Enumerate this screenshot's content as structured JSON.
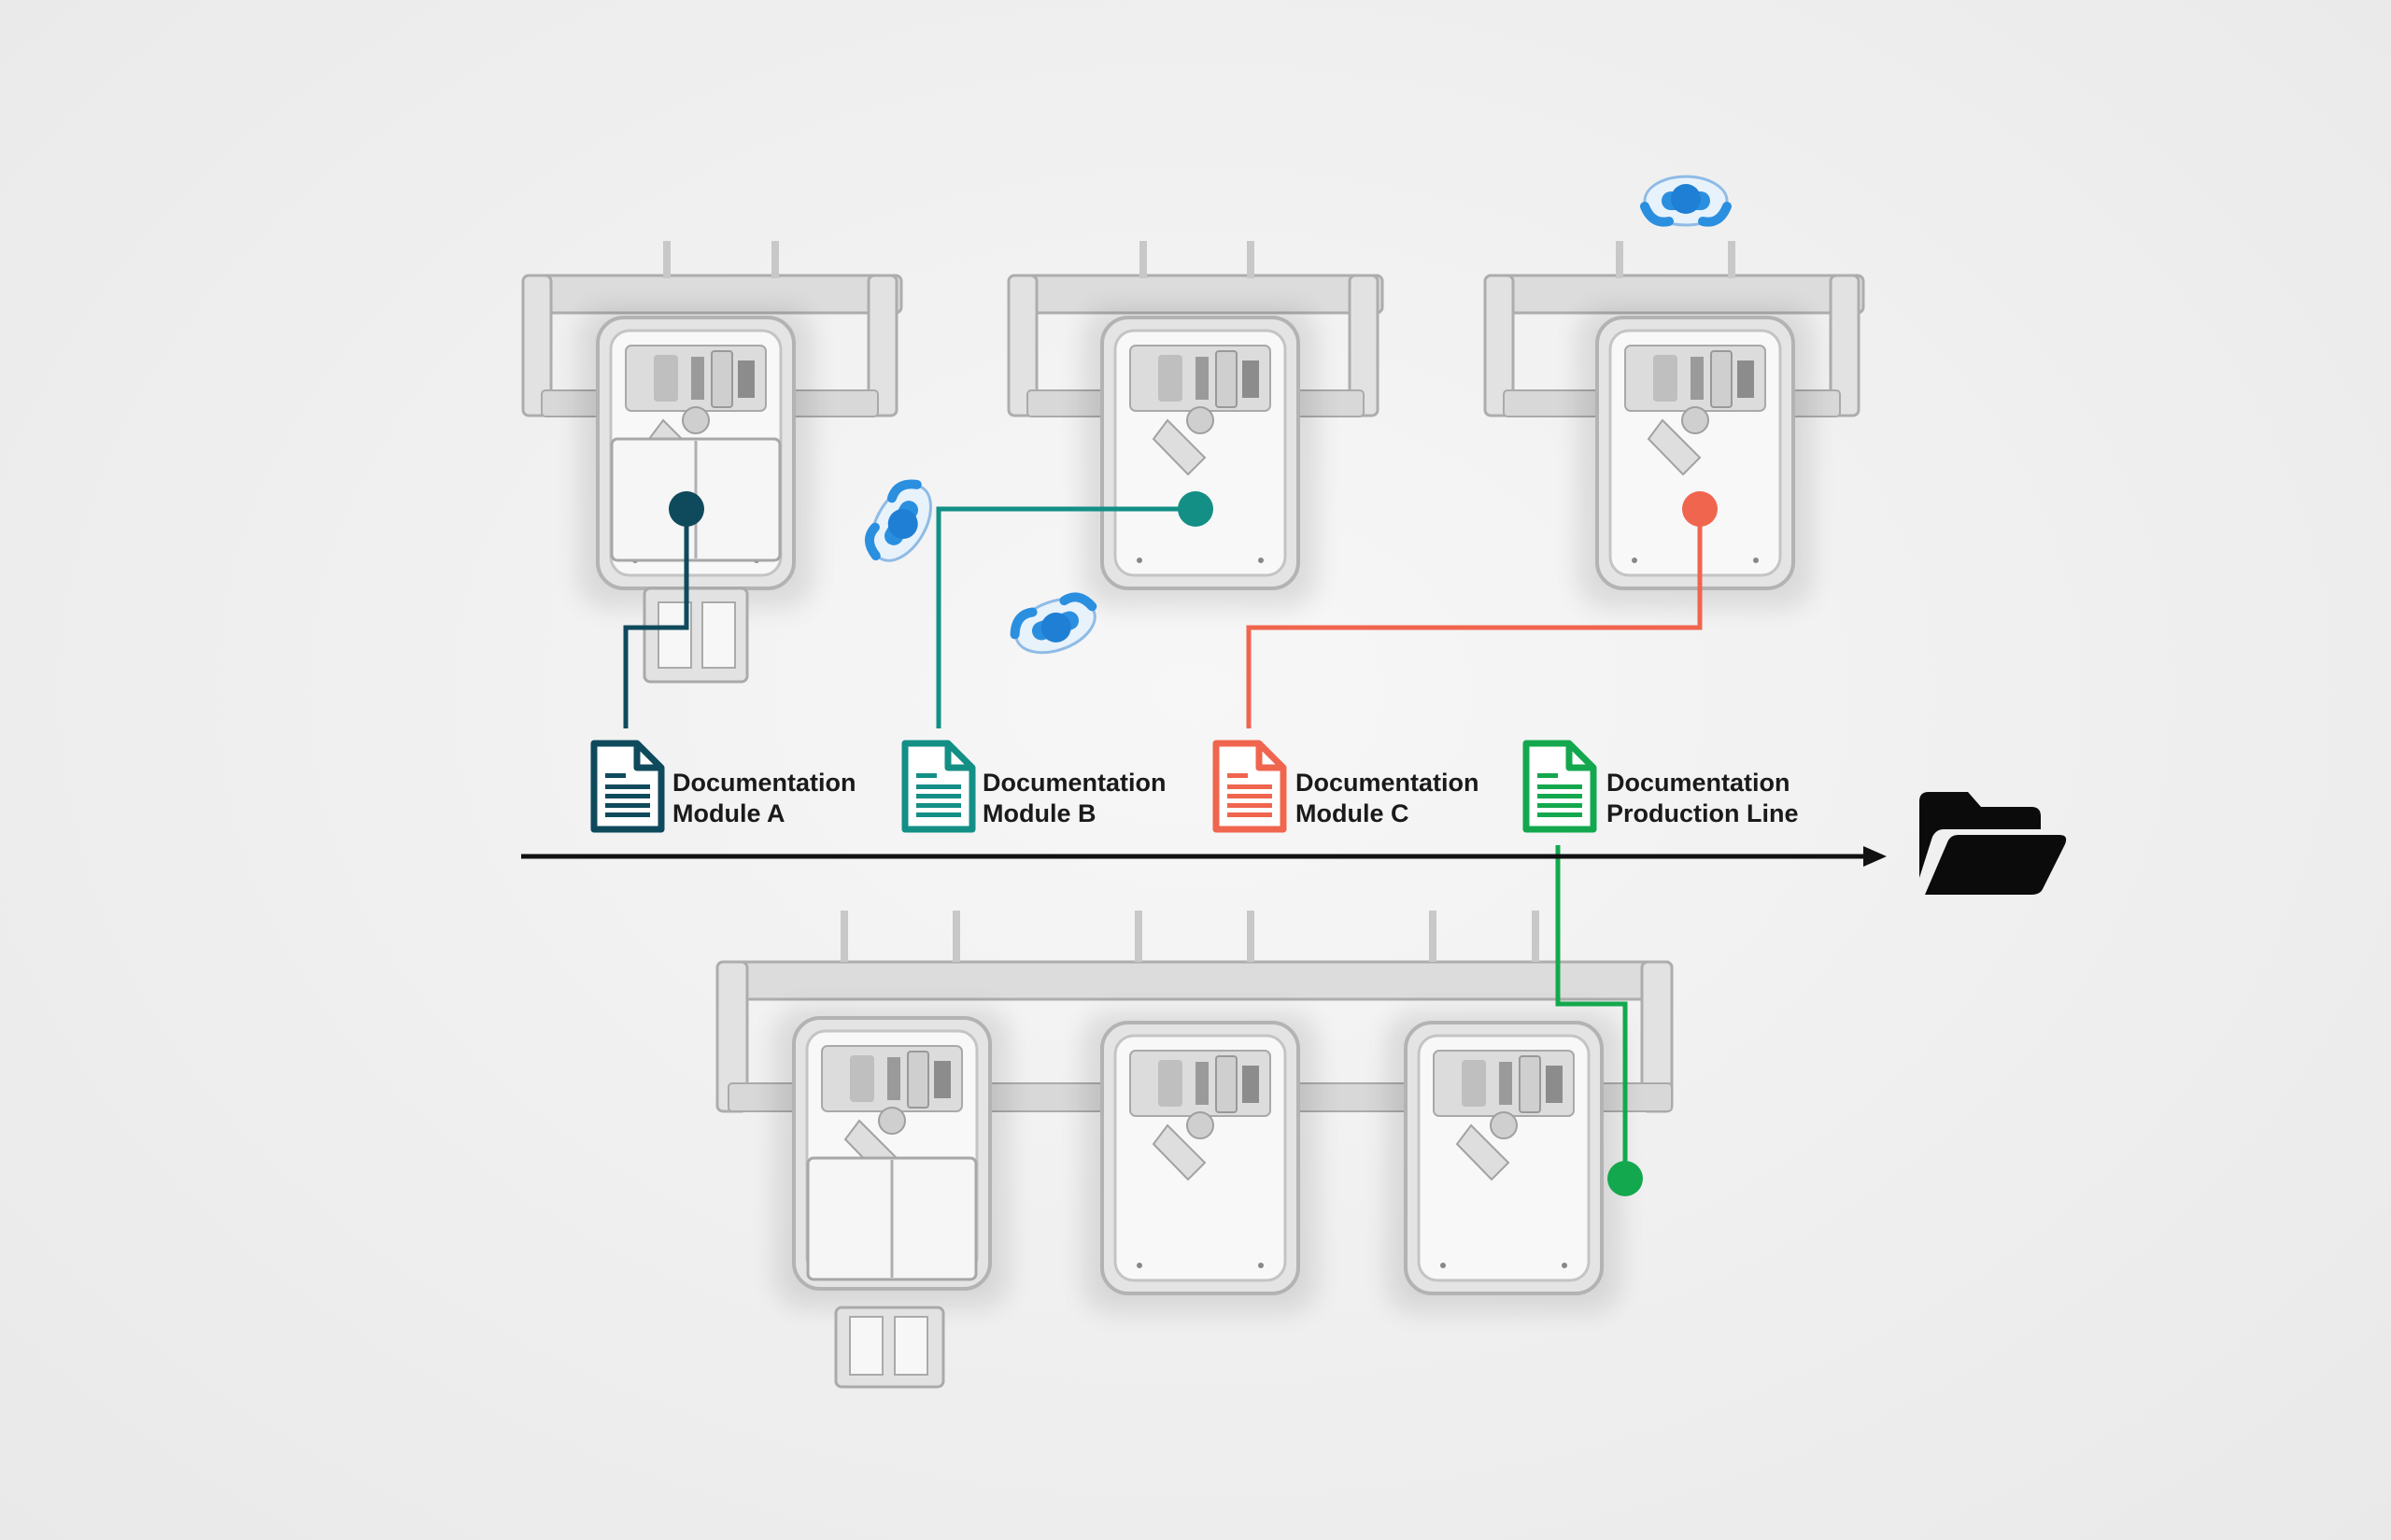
{
  "documents": [
    {
      "id": "module-a",
      "line1": "Documentation",
      "line2": "Module A",
      "color": "#0f4a5c"
    },
    {
      "id": "module-b",
      "line1": "Documentation",
      "line2": "Module B",
      "color": "#138f86"
    },
    {
      "id": "module-c",
      "line1": "Documentation",
      "line2": "Module C",
      "color": "#f0654e"
    },
    {
      "id": "production-line",
      "line1": "Documentation",
      "line2": "Production Line",
      "color": "#14a84e"
    }
  ],
  "icons": {
    "folder": "folder-icon",
    "document": "document-icon",
    "operator": "operator-icon",
    "arrow": "timeline-arrow"
  },
  "colors": {
    "frame": "#d6d6d6",
    "frame_stroke": "#b5b5b5",
    "timeline": "#111111",
    "operator_blue": "#2b8fe0",
    "background": "#efefef"
  }
}
